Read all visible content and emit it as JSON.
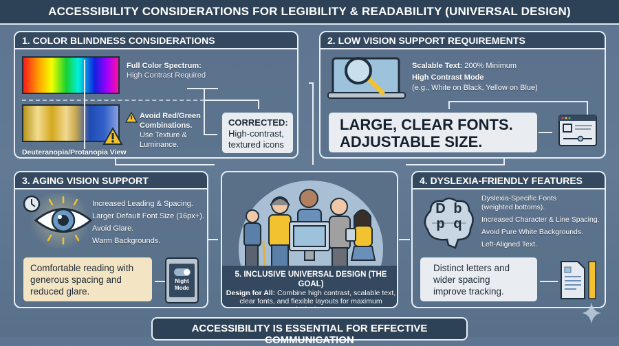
{
  "title": "ACCESSIBILITY CONSIDERATIONS FOR LEGIBILITY & READABILITY (UNIVERSAL DESIGN)",
  "panel1": {
    "heading": "1. COLOR BLINDNESS CONSIDERATIONS",
    "spectrum_title": "Full Color Spectrum:",
    "spectrum_sub": "High Contrast Required",
    "caption": "Deuteranopia/Protanopia View",
    "warn_bold1": "Avoid Red/Green",
    "warn_bold2": "Combinations.",
    "warn_sub1": "Use Texture &",
    "warn_sub2": "Luminance.",
    "corrected_title": "CORRECTED:",
    "corrected_l1": "High-contrast,",
    "corrected_l2": "textured icons"
  },
  "panel2": {
    "heading": "2. LOW VISION SUPPORT REQUIREMENTS",
    "scalable_label": "Scalable Text:",
    "scalable_value": "200% Minimum",
    "contrast_label": "High Contrast Mode",
    "contrast_example": "(e.g., White on Black, Yellow on Blue)",
    "large_l1": "LARGE, CLEAR FONTS.",
    "large_l2": "ADJUSTABLE SIZE."
  },
  "panel3": {
    "heading": "3. AGING VISION SUPPORT",
    "items": [
      "Increased Leading & Spacing.",
      "Larger Default Font Size (16px+).",
      "Avoid Glare.",
      "Warm Backgrounds."
    ],
    "box": "Comfortable reading with generous spacing and reduced glare.",
    "toggle_l1": "Night",
    "toggle_l2": "Mode"
  },
  "panel4": {
    "heading": "4. DYSLEXIA-FRIENDLY FEATURES",
    "items": [
      "Dyslexia-Specific Fonts (weighted bottoms).",
      "Increased Character & Line Spacing.",
      "Avoid Pure White Backgrounds.",
      "Left-Aligned Text."
    ],
    "letters": [
      "D",
      "b",
      "p",
      "q"
    ],
    "box": "Distinct letters and wider spacing improve tracking."
  },
  "panel5": {
    "heading": "5. INCLUSIVE UNIVERSAL DESIGN (THE GOAL)",
    "lead": "Design for All:",
    "body": "Combine high contrast, scalable text, clear fonts, and flexible layouts for maximum inclusion."
  },
  "footer": "ACCESSIBILITY IS ESSENTIAL FOR EFFECTIVE COMMUNICATION"
}
